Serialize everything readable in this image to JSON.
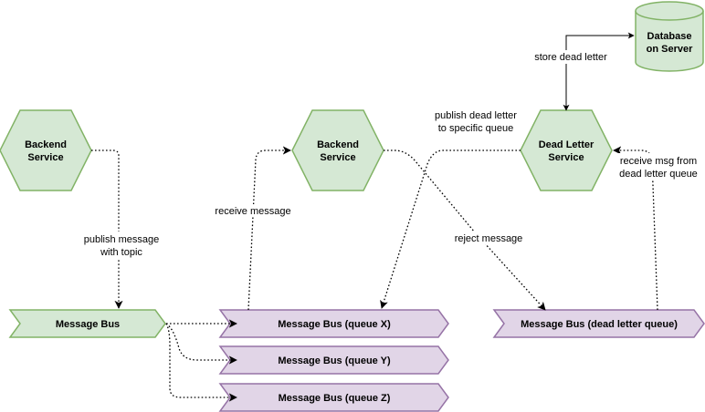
{
  "nodes": {
    "backend1": {
      "line1": "Backend",
      "line2": "Service"
    },
    "backend2": {
      "line1": "Backend",
      "line2": "Service"
    },
    "deadletter": {
      "line1": "Dead Letter",
      "line2": "Service"
    },
    "database": {
      "line1": "Database",
      "line2": "on Server"
    },
    "bus_main": "Message Bus",
    "bus_x": "Message Bus (queue X)",
    "bus_y": "Message Bus (queue Y)",
    "bus_z": "Message Bus (queue Z)",
    "bus_dlq": "Message Bus (dead letter queue)"
  },
  "edges": {
    "publish": {
      "line1": "publish message",
      "line2": "with topic"
    },
    "receive": "receive message",
    "reject": "reject message",
    "store": "store dead letter",
    "publish_dead": {
      "line1": "publish dead letter",
      "line2": "to specific queue"
    },
    "receive_dlq": {
      "line1": "receive msg from",
      "line2": "dead letter queue"
    }
  },
  "colors": {
    "green_fill": "#d5e8d4",
    "green_stroke": "#82b366",
    "purple_fill": "#e1d5e7",
    "purple_stroke": "#9673a6"
  }
}
